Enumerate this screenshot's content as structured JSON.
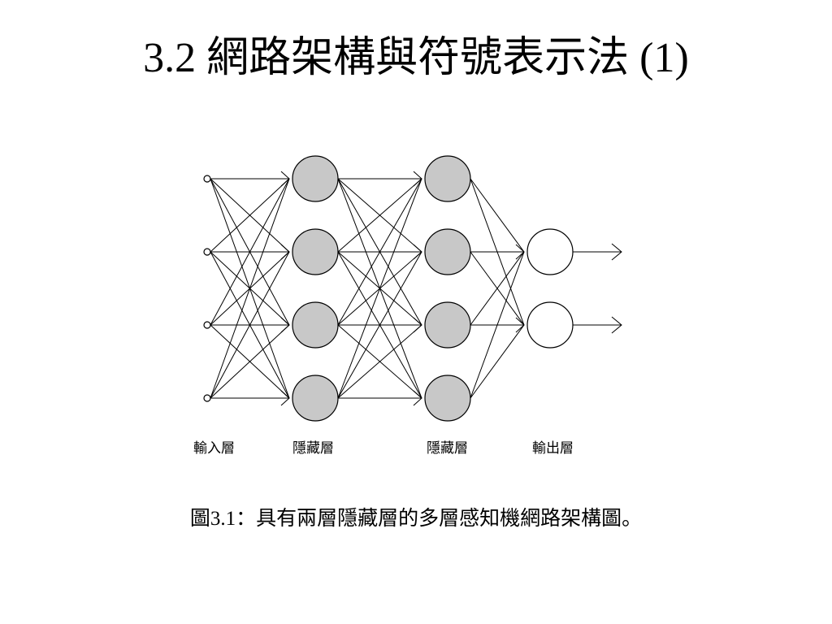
{
  "slide": {
    "title": "3.2  網路架構與符號表示法  (1)",
    "caption": "圖3.1：具有兩層隱藏層的多層感知機網路架構圖。"
  },
  "diagram": {
    "type": "neural-network",
    "layers": [
      {
        "label": "輸入層",
        "nodes": 4,
        "style": "input-point"
      },
      {
        "label": "隱藏層",
        "nodes": 4,
        "style": "hidden"
      },
      {
        "label": "隱藏層",
        "nodes": 4,
        "style": "hidden"
      },
      {
        "label": "輸出層",
        "nodes": 2,
        "style": "output"
      }
    ],
    "colors": {
      "hidden_fill": "#c8c8c8",
      "output_fill": "#ffffff",
      "stroke": "#000000"
    }
  }
}
